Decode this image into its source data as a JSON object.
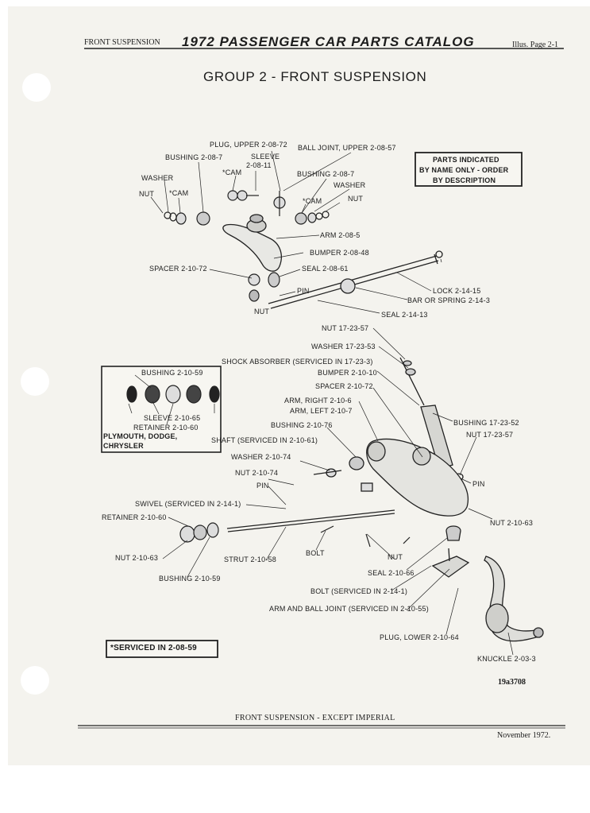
{
  "header": {
    "section": "FRONT SUSPENSION",
    "catalog_title": "1972 PASSENGER CAR PARTS CATALOG",
    "illus_page": "Illus. Page 2-1"
  },
  "group_title": "GROUP 2 - FRONT SUSPENSION",
  "parts_note": [
    "PARTS INDICATED",
    "BY NAME ONLY - ORDER",
    "BY DESCRIPTION"
  ],
  "inset": {
    "bushing": "BUSHING 2-10-59",
    "sleeve": "SLEEVE 2-10-65",
    "retainer": "RETAINER 2-10-60",
    "applies_to_1": "PLYMOUTH, DODGE,",
    "applies_to_2": "CHRYSLER"
  },
  "serviced_note": "*SERVICED IN 2-08-59",
  "labels": {
    "plug_upper": "PLUG, UPPER 2-08-72",
    "ball_joint_upper": "BALL JOINT, UPPER 2-08-57",
    "bushing_208_7_a": "BUSHING 2-08-7",
    "sleeve_208_11_a": "SLEEVE",
    "sleeve_208_11_b": "2-08-11",
    "washer_left": "WASHER",
    "nut_left": "NUT",
    "cam_left": "*CAM",
    "cam_mid": "*CAM",
    "bushing_208_7_b": "BUSHING 2-08-7",
    "washer_right": "WASHER",
    "cam_right": "*CAM",
    "nut_right": "NUT",
    "arm_208_5": "ARM 2-08-5",
    "bumper_208_48": "BUMPER 2-08-48",
    "spacer_210_72_top": "SPACER 2-10-72",
    "seal_208_61": "SEAL 2-08-61",
    "pin_top": "PIN",
    "nut_top": "NUT",
    "lock": "LOCK 2-14-15",
    "bar_spring": "BAR OR SPRING 2-14-3",
    "seal_214_13": "SEAL 2-14-13",
    "nut_1723_57_a": "NUT 17-23-57",
    "washer_1723_53": "WASHER 17-23-53",
    "shock": "SHOCK ABSORBER (SERVICED IN 17-23-3)",
    "bumper_210_10": "BUMPER 2-10-10",
    "spacer_210_72_mid": "SPACER 2-10-72",
    "arm_right": "ARM, RIGHT 2-10-6",
    "arm_left": "ARM, LEFT 2-10-7",
    "bushing_1723_52": "BUSHING 17-23-52",
    "nut_1723_57_b": "NUT 17-23-57",
    "bushing_210_76": "BUSHING 2-10-76",
    "shaft": "SHAFT (SERVICED IN 2-10-61)",
    "washer_210_74": "WASHER 2-10-74",
    "nut_210_74": "NUT 2-10-74",
    "pin_mid": "PIN",
    "pin_right": "PIN",
    "swivel": "SWIVEL (SERVICED IN 2-14-1)",
    "retainer_210_60": "RETAINER 2-10-60",
    "nut_210_63_right": "NUT 2-10-63",
    "nut_210_63_left": "NUT 2-10-63",
    "bolt_mid": "BOLT",
    "strut": "STRUT 2-10-58",
    "nut_bottom": "NUT",
    "bushing_210_59": "BUSHING 2-10-59",
    "seal_210_66": "SEAL 2-10-66",
    "bolt_serviced": "BOLT (SERVICED IN 2-14-1)",
    "arm_ball_joint": "ARM AND BALL JOINT (SERVICED IN 2-10-55)",
    "plug_lower": "PLUG, LOWER 2-10-64",
    "knuckle": "KNUCKLE 2-03-3"
  },
  "figure_id": "19a3708",
  "footer": {
    "caption": "FRONT SUSPENSION - EXCEPT IMPERIAL",
    "date": "November 1972."
  }
}
